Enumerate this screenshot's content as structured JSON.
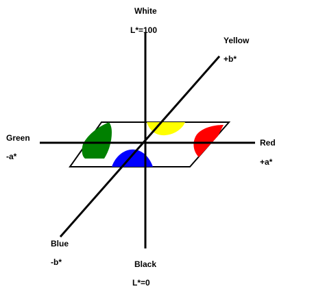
{
  "axes": {
    "lightness": {
      "top_name": "White",
      "top_value": "L*=100",
      "bottom_name": "Black",
      "bottom_value": "L*=0"
    },
    "a_axis": {
      "positive_name": "Red",
      "positive_value": "+a*",
      "negative_name": "Green",
      "negative_value": "-a*"
    },
    "b_axis": {
      "positive_name": "Yellow",
      "positive_value": "+b*",
      "negative_name": "Blue",
      "negative_value": "-b*"
    }
  },
  "colors": {
    "line": "#000000",
    "plane_fill": "#ffffff",
    "yellow": "#ffff00",
    "red": "#ff0000",
    "green": "#008000",
    "blue": "#0000ff"
  }
}
